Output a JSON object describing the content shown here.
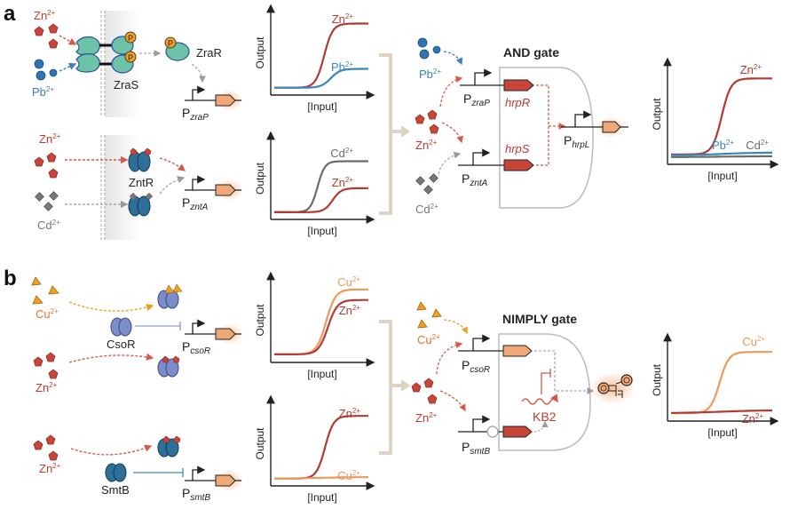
{
  "figure": {
    "panels": [
      {
        "id": "a",
        "label": "a",
        "sensors": [
          {
            "name": "ZraS",
            "type": "two-component histidine kinase",
            "inputs": [
              "Zn",
              "Pb"
            ],
            "regulator": "ZraR",
            "promoter": {
              "base": "P",
              "sub": "zraP"
            }
          },
          {
            "name": "ZntR",
            "type": "MerR-family activator",
            "inputs": [
              "Zn",
              "Cd"
            ],
            "promoter": {
              "base": "P",
              "sub": "zntA"
            }
          }
        ],
        "gate": {
          "title": "AND gate",
          "promoters": [
            {
              "base": "P",
              "sub": "zraP"
            },
            {
              "base": "P",
              "sub": "zntA"
            },
            {
              "base": "P",
              "sub": "hrpL"
            }
          ],
          "genes": [
            "hrpR",
            "hrpS"
          ],
          "inputs": [
            "Pb",
            "Zn",
            "Cd"
          ]
        }
      },
      {
        "id": "b",
        "label": "b",
        "sensors": [
          {
            "name": "CsoR",
            "type": "repressor",
            "inputs": [
              "Cu",
              "Zn"
            ],
            "promoter": {
              "base": "P",
              "sub": "csoR"
            }
          },
          {
            "name": "SmtB",
            "type": "repressor",
            "inputs": [
              "Zn"
            ],
            "promoter": {
              "base": "P",
              "sub": "smtB"
            }
          }
        ],
        "gate": {
          "title": "NIMPLY gate",
          "promoters": [
            {
              "base": "P",
              "sub": "csoR"
            },
            {
              "base": "P",
              "sub": "smtB"
            }
          ],
          "genes": [
            "KB2"
          ],
          "inputs": [
            "Cu",
            "Zn"
          ]
        }
      }
    ],
    "ions": {
      "Zn": {
        "base": "Zn",
        "charge": "2+",
        "color": "#c0392b"
      },
      "Pb": {
        "base": "Pb",
        "charge": "2+",
        "color": "#3a7fc1"
      },
      "Cd": {
        "base": "Cd",
        "charge": "2+",
        "color": "#777777"
      },
      "Cu": {
        "base": "Cu",
        "charge": "2+",
        "color": "#e8742f"
      }
    },
    "colors": {
      "reporter": "#f0a878",
      "gene_red": "#c9453a",
      "zras": "#6cc3a8",
      "zntr": "#2e6f9a",
      "csor": "#7b8cc8",
      "phospho": "#f0a020",
      "bracket": "#ddd3c3"
    }
  },
  "chart_data": [
    {
      "id": "a-zraS",
      "type": "line",
      "title": "",
      "xlabel": "[Input]",
      "ylabel": "Output",
      "ylim": [
        0,
        1
      ],
      "xlim": [
        0,
        1
      ],
      "grid": false,
      "series": [
        {
          "name": "Zn2+",
          "label_base": "Zn",
          "label_sup": "2+",
          "color": "#b33a32",
          "low": 0.05,
          "high": 0.9,
          "mid": 0.53,
          "steep": 22
        },
        {
          "name": "Pb2+",
          "label_base": "Pb",
          "label_sup": "2+",
          "color": "#3a86b8",
          "low": 0.05,
          "high": 0.3,
          "mid": 0.6,
          "steep": 20
        }
      ]
    },
    {
      "id": "a-zntR",
      "type": "line",
      "title": "",
      "xlabel": "[Input]",
      "ylabel": "Output",
      "ylim": [
        0,
        1
      ],
      "xlim": [
        0,
        1
      ],
      "grid": false,
      "series": [
        {
          "name": "Cd2+",
          "label_base": "Cd",
          "label_sup": "2+",
          "color": "#6b6b6b",
          "low": 0.05,
          "high": 0.75,
          "mid": 0.46,
          "steep": 26
        },
        {
          "name": "Zn2+",
          "label_base": "Zn",
          "label_sup": "2+",
          "color": "#b33a32",
          "low": 0.05,
          "high": 0.38,
          "mid": 0.62,
          "steep": 22
        }
      ]
    },
    {
      "id": "a-and",
      "type": "line",
      "title": "",
      "xlabel": "[Input]",
      "ylabel": "Output",
      "ylim": [
        0,
        1
      ],
      "xlim": [
        0,
        1
      ],
      "grid": false,
      "series": [
        {
          "name": "Zn2+",
          "label_base": "Zn",
          "label_sup": "2+",
          "color": "#b33a32",
          "low": 0.07,
          "high": 0.9,
          "mid": 0.5,
          "steep": 22
        },
        {
          "name": "Pb2+",
          "label_base": "Pb",
          "label_sup": "2+",
          "color": "#3a86b8",
          "low": 0.06,
          "high": 0.09,
          "mid": 0.5,
          "steep": 6
        },
        {
          "name": "Cd2+",
          "label_base": "Cd",
          "label_sup": "2+",
          "color": "#6b6b6b",
          "low": 0.04,
          "high": 0.05,
          "mid": 0.5,
          "steep": 6
        }
      ]
    },
    {
      "id": "b-csoR",
      "type": "line",
      "title": "",
      "xlabel": "[Input]",
      "ylabel": "Output",
      "ylim": [
        0,
        1
      ],
      "xlim": [
        0,
        1
      ],
      "grid": false,
      "series": [
        {
          "name": "Cu2+",
          "label_base": "Cu",
          "label_sup": "2+",
          "color": "#eb9a5a",
          "low": 0.06,
          "high": 0.92,
          "mid": 0.55,
          "steep": 20
        },
        {
          "name": "Zn2+",
          "label_base": "Zn",
          "label_sup": "2+",
          "color": "#b33a32",
          "low": 0.06,
          "high": 0.78,
          "mid": 0.57,
          "steep": 20
        }
      ]
    },
    {
      "id": "b-smtB",
      "type": "line",
      "title": "",
      "xlabel": "[Input]",
      "ylabel": "Output",
      "ylim": [
        0,
        1
      ],
      "xlim": [
        0,
        1
      ],
      "grid": false,
      "series": [
        {
          "name": "Zn2+",
          "label_base": "Zn",
          "label_sup": "2+",
          "color": "#b33a32",
          "low": 0.05,
          "high": 0.88,
          "mid": 0.54,
          "steep": 22
        },
        {
          "name": "Cu2+",
          "label_base": "Cu",
          "label_sup": "2+",
          "color": "#eb9a5a",
          "low": 0.05,
          "high": 0.07,
          "mid": 0.5,
          "steep": 6
        }
      ]
    },
    {
      "id": "b-nimply",
      "type": "line",
      "title": "",
      "xlabel": "[Input]",
      "ylabel": "Output",
      "ylim": [
        0,
        1
      ],
      "xlim": [
        0,
        1
      ],
      "grid": false,
      "series": [
        {
          "name": "Cu2+",
          "label_base": "Cu",
          "label_sup": "2+",
          "color": "#eb9a5a",
          "low": 0.06,
          "high": 0.9,
          "mid": 0.48,
          "steep": 22
        },
        {
          "name": "Zn2+",
          "label_base": "Zn",
          "label_sup": "2+",
          "color": "#b33a32",
          "low": 0.06,
          "high": 0.1,
          "mid": 0.5,
          "steep": 5
        }
      ]
    }
  ]
}
